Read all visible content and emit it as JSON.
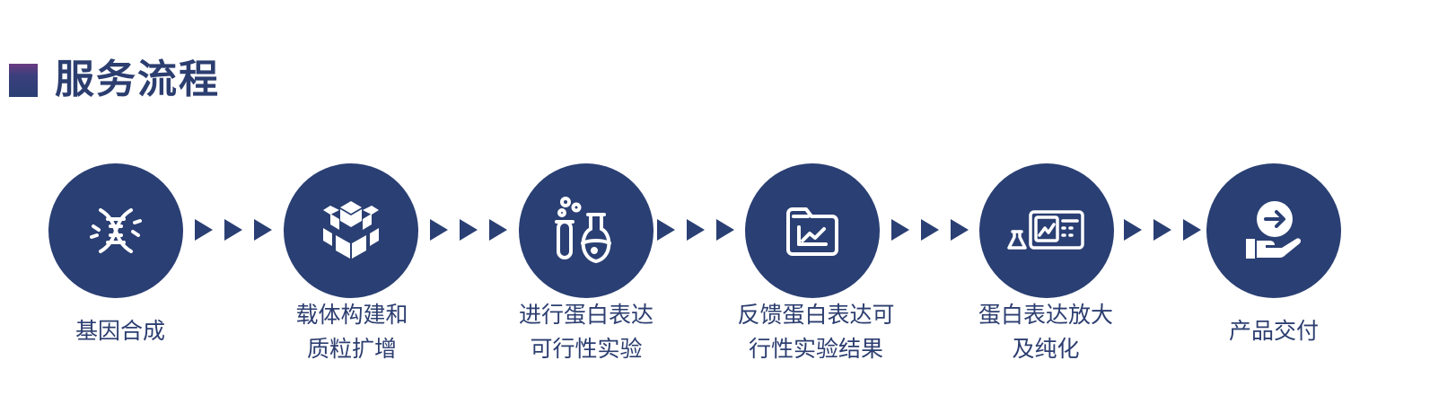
{
  "header": {
    "title": "服务流程"
  },
  "steps": [
    {
      "lines": [
        "基因合成"
      ],
      "icon": "dna-icon"
    },
    {
      "lines": [
        "载体构建和",
        "质粒扩增"
      ],
      "icon": "cubes-icon"
    },
    {
      "lines": [
        "进行蛋白表达",
        "可行性实验"
      ],
      "icon": "flask-icon"
    },
    {
      "lines": [
        "反馈蛋白表达可",
        "行性实验结果"
      ],
      "icon": "chart-folder-icon"
    },
    {
      "lines": [
        "蛋白表达放大",
        "及纯化"
      ],
      "icon": "lab-instrument-icon"
    },
    {
      "lines": [
        "产品交付"
      ],
      "icon": "hand-delivery-icon"
    }
  ],
  "colors": {
    "primary": "#2a3f73",
    "text": "#2c3e70",
    "accent": "#6b3b84"
  }
}
